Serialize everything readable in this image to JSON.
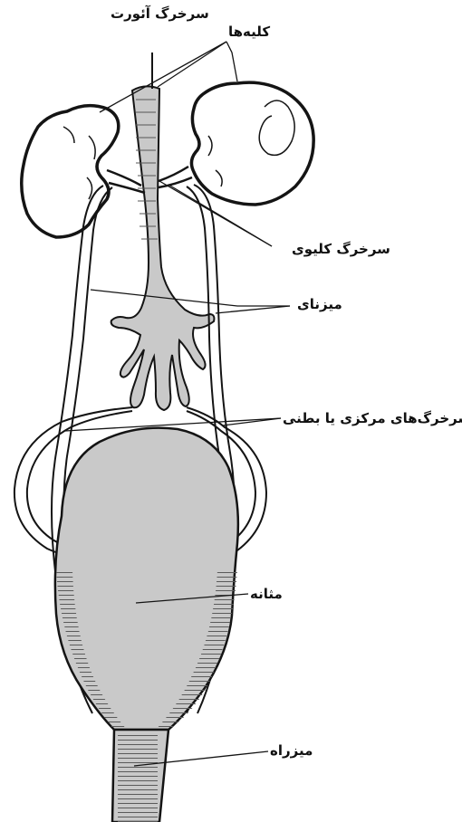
{
  "labels": {
    "aorta": "سرخرگ آئورت",
    "kidneys": "کلیه‌ها",
    "renal_artery": "سرخرگ کلیوی",
    "ureter": "میزنای",
    "median_artery": "سرخرگ‌های مرکزی یا بطنی",
    "bladder": "مثانه",
    "urethra": "میزراه"
  },
  "colors": {
    "fill": "#c9c9c9",
    "kidney": "#ffffff",
    "line": "#141414"
  }
}
